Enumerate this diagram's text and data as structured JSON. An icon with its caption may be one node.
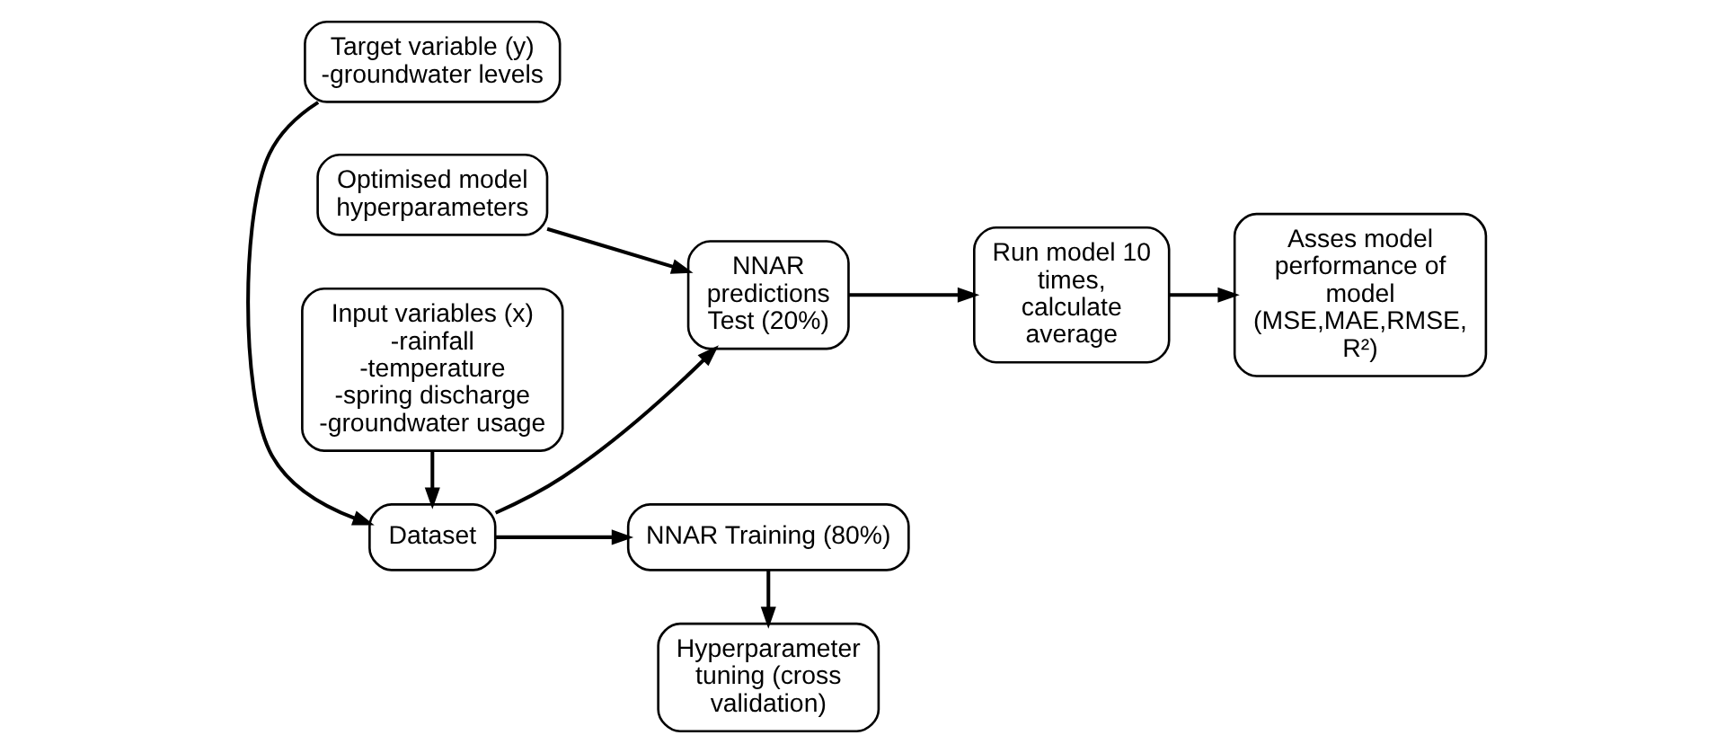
{
  "diagram": {
    "nodes": [
      {
        "text": [
          "Target variable (y)",
          "-groundwater levels"
        ]
      },
      {
        "text": [
          "Dataset"
        ]
      },
      {
        "text": [
          "Input variables (x)",
          "-rainfall",
          "-temperature",
          "-spring discharge",
          "-groundwater usage"
        ]
      },
      {
        "text": [
          "NNAR Training (80%)"
        ]
      },
      {
        "text": [
          "Hyperparameter tuning (cross validation)"
        ]
      },
      {
        "text": [
          "Optimised model hyperparameters"
        ]
      },
      {
        "text": [
          "NNAR predictions Test (20%)"
        ]
      },
      {
        "text": [
          "Run model 10 times, calculate average"
        ]
      },
      {
        "text": [
          "Asses model performance of model (MSE,MAE,RMSE, R²)"
        ]
      }
    ],
    "edges": [
      {
        "from": 0,
        "to": 1,
        "arrow": "to"
      },
      {
        "from": 2,
        "to": 1,
        "arrow": "to"
      },
      {
        "from": 1,
        "to": 6,
        "arrow": "to"
      },
      {
        "from": 1,
        "to": 3,
        "arrow": "to"
      },
      {
        "from": 3,
        "to": 4,
        "arrow": "to"
      },
      {
        "from": 5,
        "to": 6,
        "arrow": "to"
      },
      {
        "from": 6,
        "to": 7,
        "arrow": "to"
      },
      {
        "from": 7,
        "to": 8,
        "arrow": "to"
      }
    ]
  }
}
